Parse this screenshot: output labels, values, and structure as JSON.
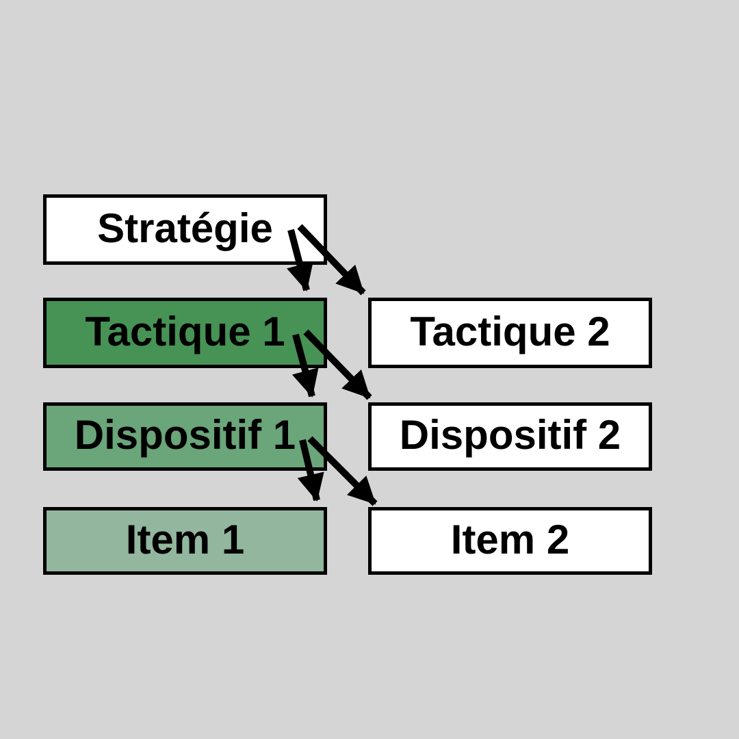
{
  "background": "#d5d5d5",
  "border_color": "#000000",
  "text_color": "#000000",
  "arrow_color": "#000000",
  "nodes": {
    "strategie": {
      "label": "Stratégie",
      "fill": "#ffffff"
    },
    "tactique_1": {
      "label": "Tactique 1",
      "fill": "#479355"
    },
    "tactique_2": {
      "label": "Tactique 2",
      "fill": "#ffffff"
    },
    "dispositif_1": {
      "label": "Dispositif 1",
      "fill": "#6ba57a"
    },
    "dispositif_2": {
      "label": "Dispositif 2",
      "fill": "#ffffff"
    },
    "item_1": {
      "label": "Item 1",
      "fill": "#92b69e"
    },
    "item_2": {
      "label": "Item 2",
      "fill": "#ffffff"
    }
  },
  "edges": [
    {
      "from": "Stratégie",
      "to": "Tactique 1"
    },
    {
      "from": "Stratégie",
      "to": "Tactique 2"
    },
    {
      "from": "Tactique 1",
      "to": "Dispositif 1"
    },
    {
      "from": "Tactique 1",
      "to": "Dispositif 2"
    },
    {
      "from": "Dispositif 1",
      "to": "Item 1"
    },
    {
      "from": "Dispositif 1",
      "to": "Item 2"
    }
  ]
}
